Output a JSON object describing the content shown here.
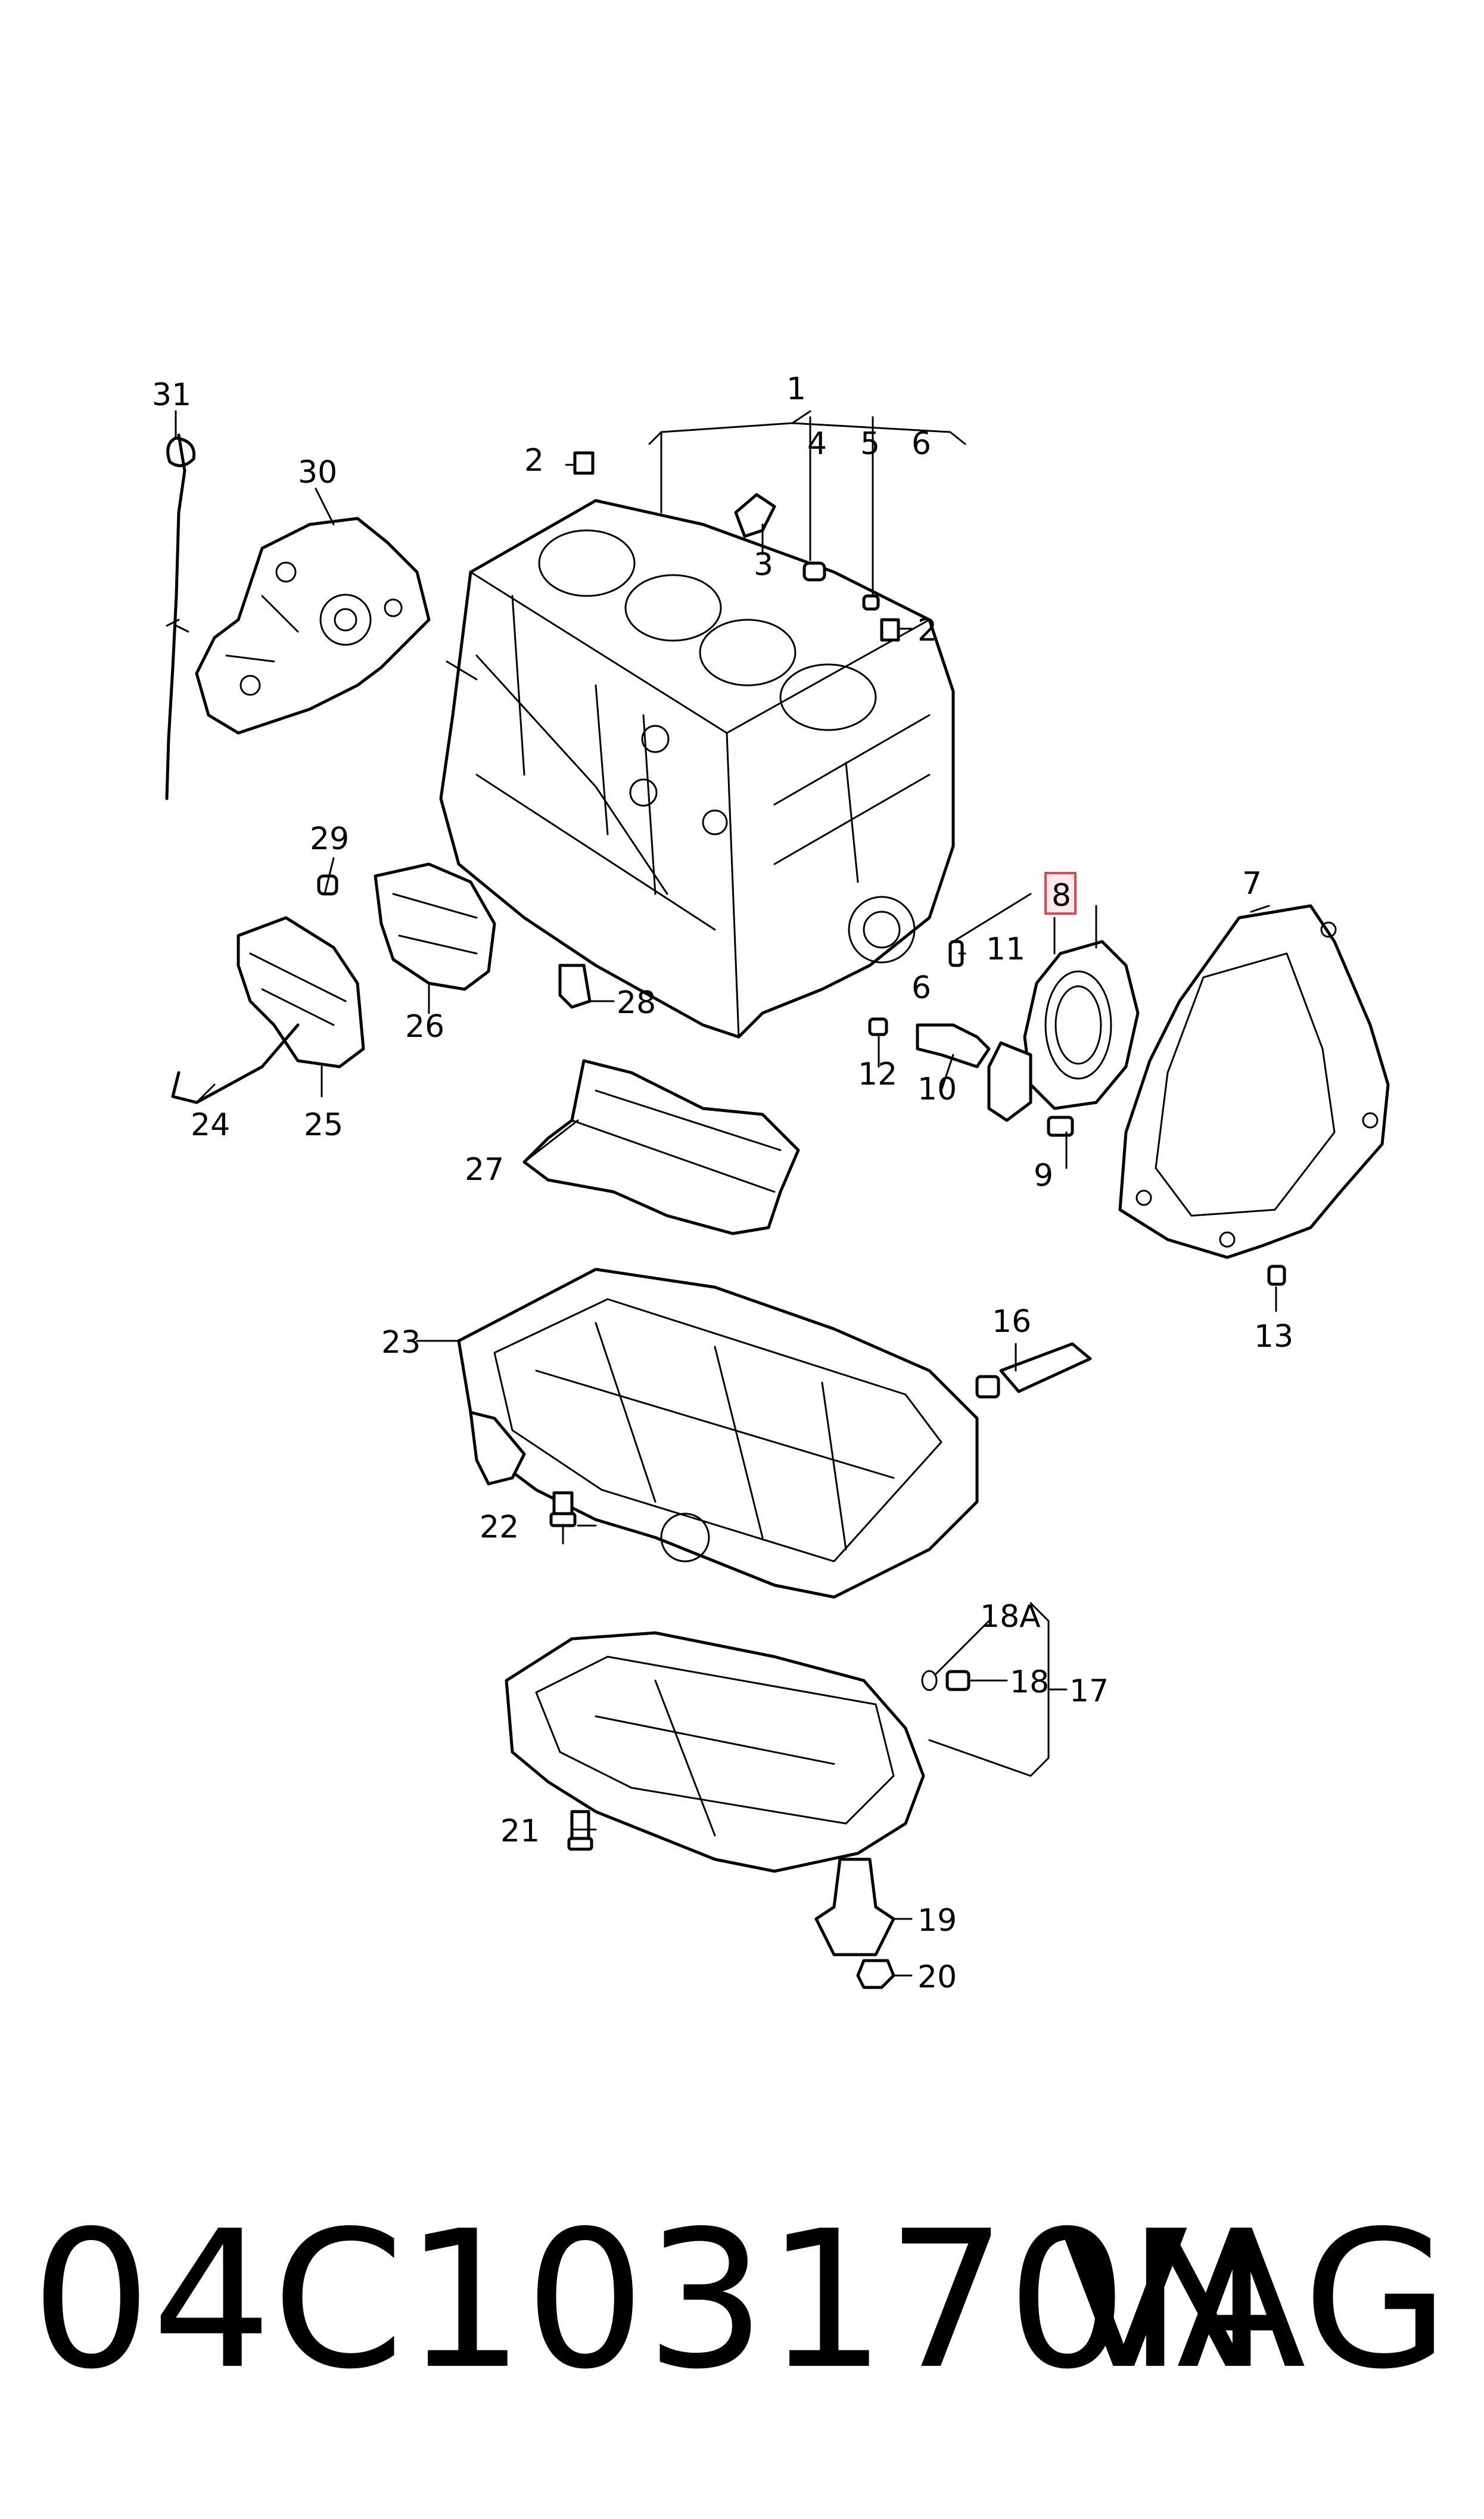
{
  "diagram": {
    "callouts": {
      "c1": "1",
      "c2a": "2",
      "c2b": "2",
      "c3": "3",
      "c4": "4",
      "c5": "5",
      "c6a": "6",
      "c6b": "6",
      "c7": "7",
      "c8": "8",
      "c9": "9",
      "c10": "10",
      "c11": "11",
      "c12": "12",
      "c13": "13",
      "c16": "16",
      "c17": "17",
      "c18": "18",
      "c18a": "18A",
      "c19": "19",
      "c20": "20",
      "c21": "21",
      "c22": "22",
      "c23": "23",
      "c24": "24",
      "c25": "25",
      "c26": "26",
      "c27": "27",
      "c28": "28",
      "c29": "29",
      "c30": "30",
      "c31": "31"
    },
    "highlighted_callout": "8",
    "highlight_color": "#e0464f"
  },
  "footer": {
    "part_number": "04C103170N",
    "brand": "VAG"
  }
}
